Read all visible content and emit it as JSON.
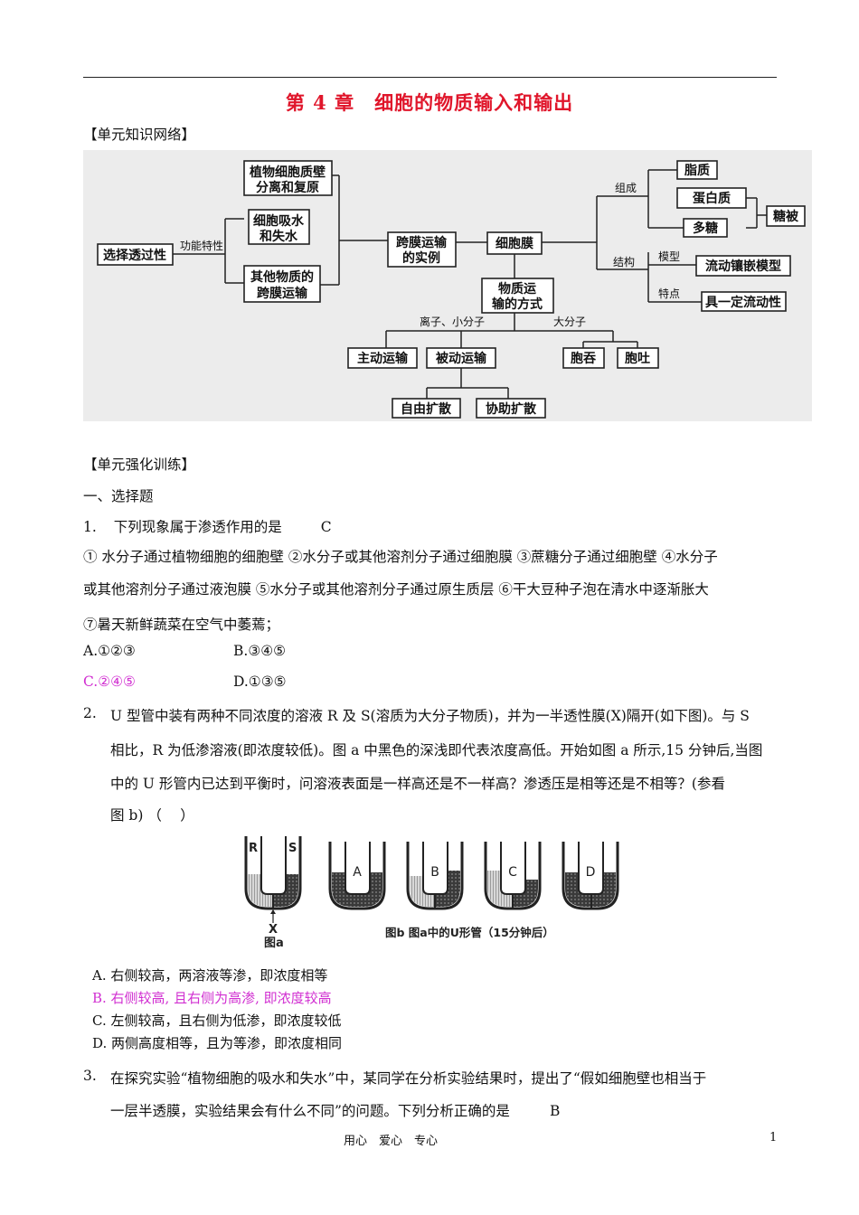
{
  "chapter_title": "第 4 章　细胞的物质输入和输出",
  "section_network": "【单元知识网络】",
  "concept_map": {
    "boxes": {
      "wall": [
        "植物细胞质壁",
        "分离和复原"
      ],
      "water": [
        "细胞吸水",
        "和失水"
      ],
      "other": [
        "其他物质的",
        "跨膜运输"
      ],
      "perm": "选择透过性",
      "example": [
        "跨膜运输",
        "的实例"
      ],
      "membrane": "细胞膜",
      "transport": [
        "物质运",
        "输的方式"
      ],
      "lipid": "脂质",
      "protein": "蛋白质",
      "sugar": "多糖",
      "glycocalyx": "糖被",
      "model": "流动镶嵌模型",
      "feature": "具一定流动性",
      "active": "主动运输",
      "passive": "被动运输",
      "endo": "胞吞",
      "exo": "胞吐",
      "diffusion": "自由扩散",
      "facilitated": "协助扩散"
    },
    "labels": {
      "function": "功能特性",
      "composition": "组成",
      "structure": "结构",
      "model": "模型",
      "feature": "特点",
      "small": "离子、小分子",
      "large": "大分子"
    }
  },
  "section_training": "【单元强化训练】",
  "part1": "一、选择题",
  "q1": {
    "num": "1.",
    "stem": "下列现象属于渗透作用的是",
    "answer": "C",
    "line1": "① 水分子通过植物细胞的细胞壁 ②水分子或其他溶剂分子通过细胞膜 ③蔗糖分子通过细胞壁 ④水分子",
    "line2": "或其他溶剂分子通过液泡膜 ⑤水分子或其他溶剂分子通过原生质层 ⑥干大豆种子泡在清水中逐渐胀大",
    "line3": "⑦暑天新鲜蔬菜在空气中萎蔫；",
    "optA": "A.①②③",
    "optB": "B.③④⑤",
    "optC": "C.②④⑤",
    "optD": "D.①③⑤"
  },
  "q2": {
    "num": "2.",
    "line1": "U 型管中装有两种不同浓度的溶液 R 及 S(溶质为大分子物质)，并为一半透性膜(X)隔开(如下图)。与 S",
    "line2": "相比，R 为低渗溶液(即浓度较低)。图 a 中黑色的深浅即代表浓度高低。开始如图 a 所示,15 分钟后,当图",
    "line3": "中的 U 形管内已达到平衡时，问溶液表面是一样高还是不一样高？渗透压是相等还是不相等？(参看",
    "line4": "图 b) （　 ）",
    "fig": {
      "R": "R",
      "S": "S",
      "X": "X",
      "a": "图a",
      "A": "A",
      "B": "B",
      "C": "C",
      "D": "D",
      "caption": "图b 图a中的U形管（15分钟后）"
    },
    "optA": "A. 右侧较高，两溶液等渗，即浓度相等",
    "optB": "B. 右侧较高, 且右侧为高渗, 即浓度较高",
    "optC": "C. 左侧较高，且右侧为低渗，即浓度较低",
    "optD": "D. 两侧高度相等，且为等渗，即浓度相同"
  },
  "q3": {
    "num": "3.",
    "line1": "在探究实验“植物细胞的吸水和失水”中，某同学在分析实验结果时，提出了“假如细胞壁也相当于",
    "line2": "一层半透膜，实验结果会有什么不同”的问题。下列分析正确的是",
    "answer": "B"
  },
  "footer": "用心　爱心　专心",
  "page_number": "1",
  "colors": {
    "title": "#e0162b",
    "answer": "#d12fd1"
  }
}
